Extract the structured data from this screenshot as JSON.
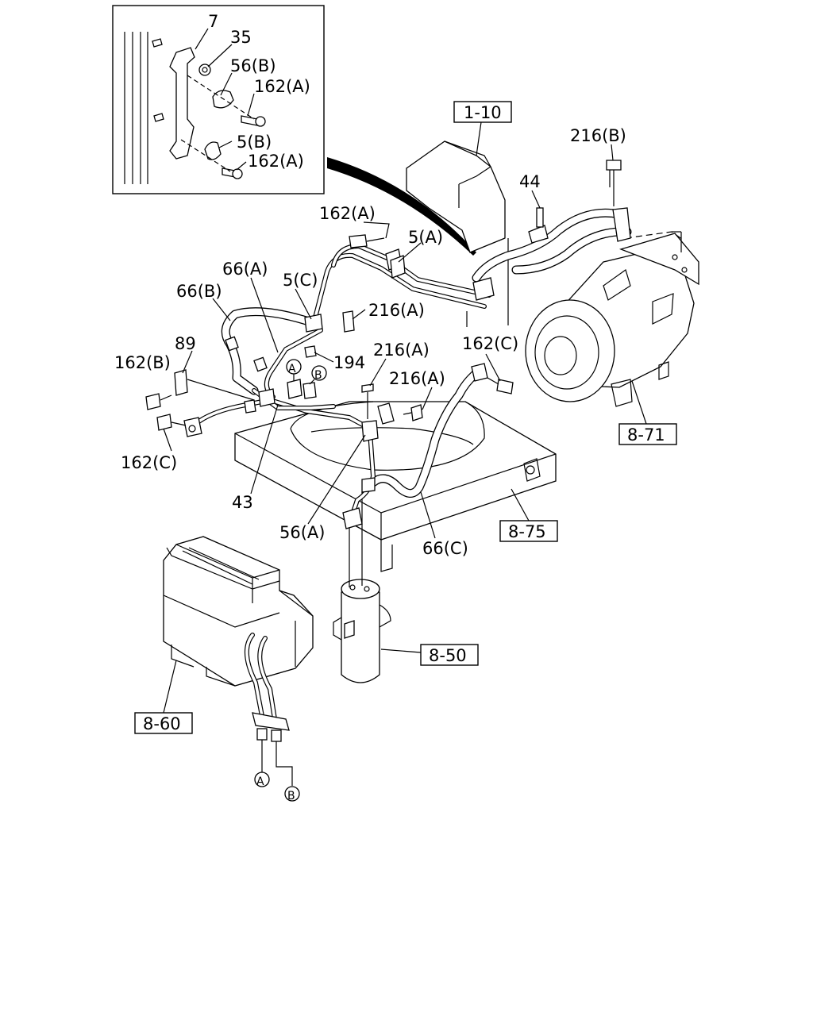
{
  "callouts": {
    "inset_7": "7",
    "inset_35": "35",
    "inset_56b": "56(B)",
    "inset_162a_top": "162(A)",
    "inset_5b": "5(B)",
    "inset_162a_bottom": "162(A)",
    "ref_1_10": "1-10",
    "c216b": "216(B)",
    "c44": "44",
    "c162a": "162(A)",
    "c5a": "5(A)",
    "c66a": "66(A)",
    "c5c": "5(C)",
    "c66b": "66(B)",
    "c216a_1": "216(A)",
    "c89": "89",
    "c162b": "162(B)",
    "c194": "194",
    "c216a_2": "216(A)",
    "c216a_3": "216(A)",
    "c162c_right": "162(C)",
    "c162c_left": "162(C)",
    "c43": "43",
    "c56a": "56(A)",
    "c66c": "66(C)",
    "ref_8_71": "8-71",
    "ref_8_75": "8-75",
    "ref_8_50": "8-50",
    "ref_8_60": "8-60",
    "conn_a_top": "A",
    "conn_b_top": "B",
    "conn_a_bottom": "A",
    "conn_b_bottom": "B"
  }
}
